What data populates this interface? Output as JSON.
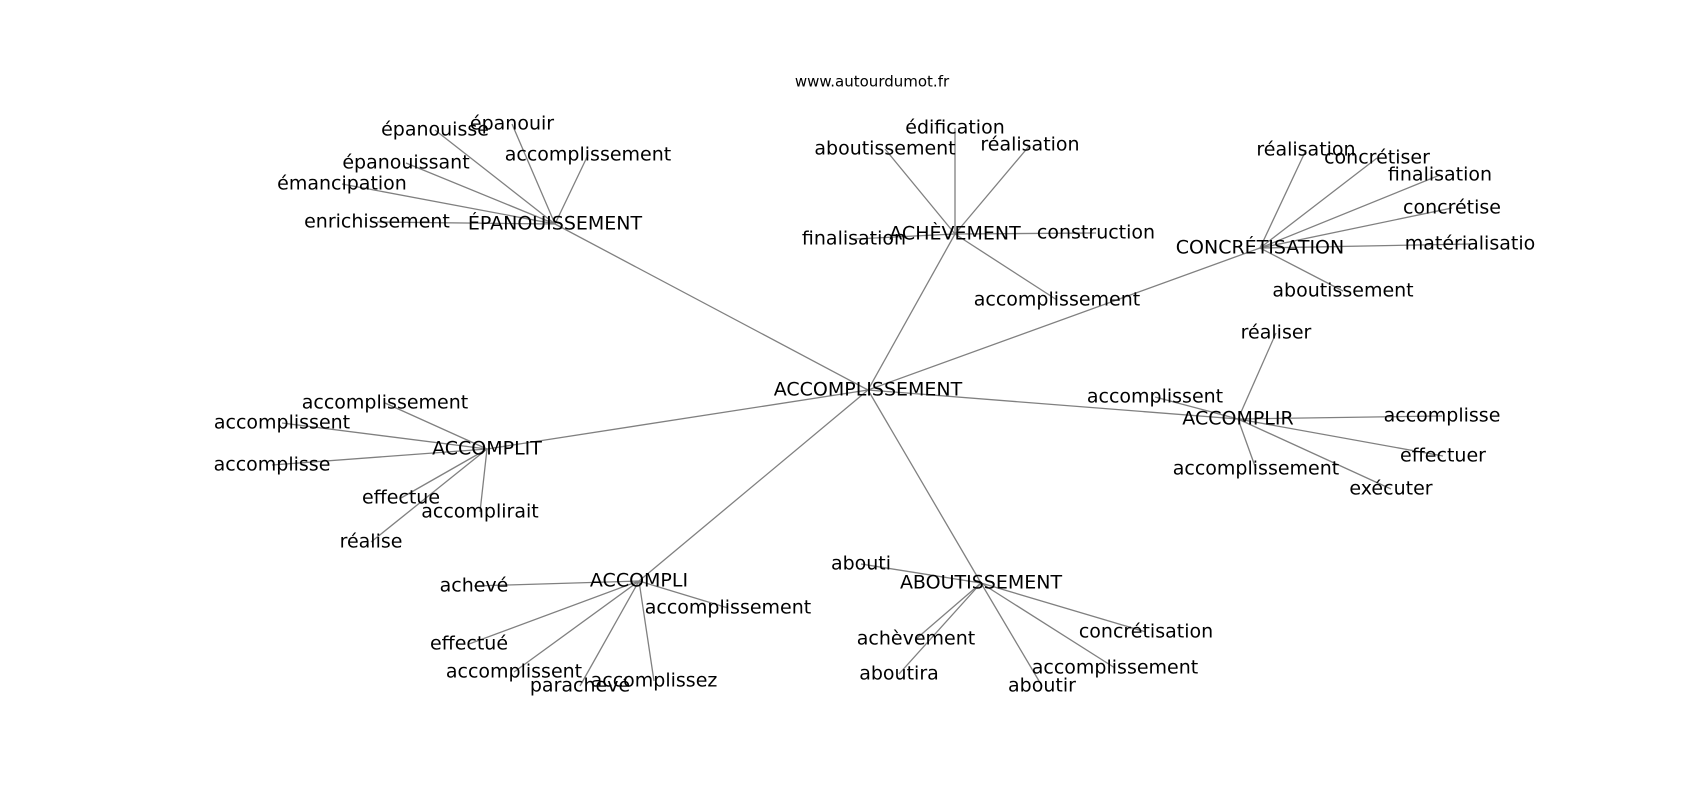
{
  "header": {
    "site": "www.autourdumot.fr"
  },
  "graph": {
    "root": "ACCOMPLISSEMENT",
    "hubs": [
      {
        "label": "ÉPANOUISSEMENT",
        "children": [
          "épanouir",
          "épanouisse",
          "accomplissement",
          "épanouissant",
          "émancipation",
          "enrichissement"
        ]
      },
      {
        "label": "ACHÈVEMENT",
        "children": [
          "édification",
          "aboutissement",
          "réalisation",
          "finalisation",
          "construction",
          "accomplissement"
        ]
      },
      {
        "label": "CONCRÉTISATION",
        "children": [
          "réalisation",
          "concrétiser",
          "finalisation",
          "concrétise",
          "matérialisatio",
          "aboutissement"
        ]
      },
      {
        "label": "ACCOMPLIT",
        "children": [
          "accomplissement",
          "accomplissent",
          "accomplisse",
          "effectue",
          "accomplirait",
          "réalise"
        ]
      },
      {
        "label": "ACCOMPLIR",
        "children": [
          "réaliser",
          "accomplissent",
          "accomplisse",
          "effectuer",
          "accomplissement",
          "exécuter"
        ]
      },
      {
        "label": "ACCOMPLI",
        "children": [
          "achevé",
          "accomplissement",
          "effectué",
          "accomplissent",
          "parachevé",
          "accomplissez"
        ]
      },
      {
        "label": "ABOUTISSEMENT",
        "children": [
          "abouti",
          "achèvement",
          "concrétisation",
          "aboutira",
          "accomplissement",
          "aboutir"
        ]
      }
    ]
  }
}
